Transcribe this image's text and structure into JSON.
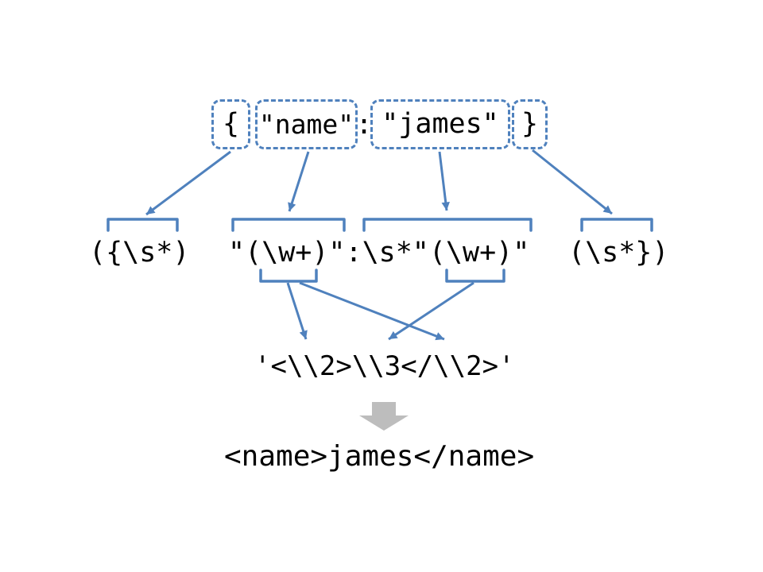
{
  "input_tokens": {
    "open_brace": "{",
    "key": "\"name\"",
    "colon": ":",
    "value": "\"james\"",
    "close_brace": "}"
  },
  "regex_parts": {
    "open_group": "({\\s*)",
    "pair_pattern": "\"(\\w+)\":\\s*\"(\\w+)\"",
    "close_group": "(\\s*})"
  },
  "replacement_pattern": "'<\\\\2>\\\\3</\\\\2>'",
  "output_text": "<name>james</name>",
  "colors": {
    "accent": "#4F81BD",
    "block_arrow_gray": "#BDBDBD",
    "text": "#000000",
    "background": "#FFFFFF"
  }
}
